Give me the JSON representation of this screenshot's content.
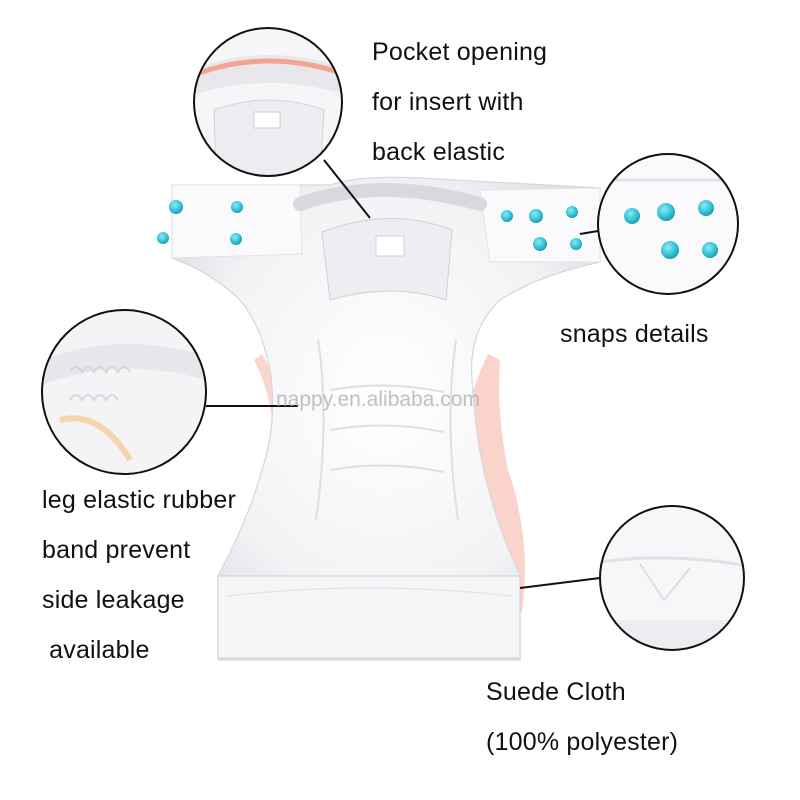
{
  "callouts": {
    "pocket": {
      "lines": [
        "Pocket opening",
        "for insert with",
        "back elastic"
      ],
      "icon": "pocket-opening-zoom"
    },
    "snaps": {
      "lines": [
        "snaps details"
      ],
      "icon": "snaps-zoom"
    },
    "leg": {
      "lines": [
        "leg elastic rubber",
        "band prevent",
        "side leakage",
        " available"
      ],
      "icon": "leg-elastic-zoom"
    },
    "suede": {
      "lines": [
        "Suede Cloth",
        "(100% polyester)"
      ],
      "icon": "suede-cloth-zoom"
    }
  },
  "watermark": "nappy.en.alibaba.com",
  "colors": {
    "snap": "#33c3d6",
    "fabric": "#f7f7f9",
    "text": "#111111",
    "circle_border": "#111111"
  }
}
